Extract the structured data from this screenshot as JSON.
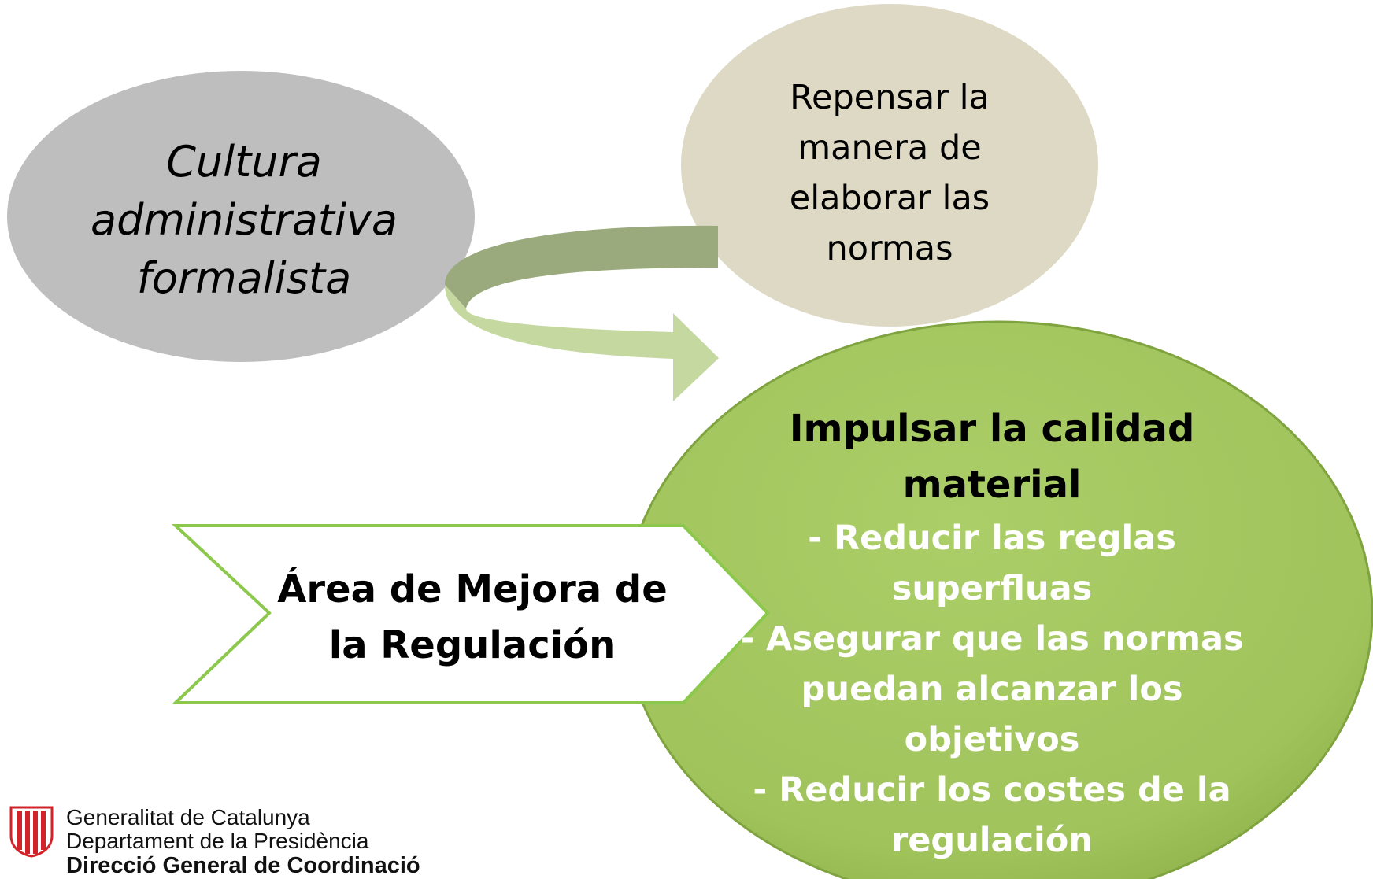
{
  "colors": {
    "cultura_fill": "#bebebe",
    "repensar_fill": "#ddd9c4",
    "impulsar_fill": "#a3c55f",
    "impulsar_edge": "#7fa43f",
    "arrow_dark": "#9aaa7c",
    "arrow_light": "#c4d8a0",
    "chevron_border": "#8cc84b",
    "logo_red": "#d2232a"
  },
  "nodes": {
    "cultura": {
      "lines": [
        "Cultura",
        "administrativa",
        "formalista"
      ]
    },
    "repensar": {
      "lines": [
        "Repensar la",
        "manera de",
        "elaborar las",
        "normas"
      ]
    },
    "impulsar": {
      "title_lines": [
        "Impulsar la calidad",
        "material"
      ],
      "items": [
        "- Reducir las reglas",
        "superfluas",
        "- Asegurar que las normas",
        "puedan alcanzar los",
        "objetivos",
        "- Reducir los costes de la",
        "regulación"
      ]
    },
    "area": {
      "lines": [
        "Área de Mejora de",
        "la Regulación"
      ]
    }
  },
  "logo": {
    "line1": "Generalitat de Catalunya",
    "line2": "Departament de la Presidència",
    "line3": "Direcció General de Coordinació",
    "emblem": "catalan-coat-of-arms-icon"
  }
}
